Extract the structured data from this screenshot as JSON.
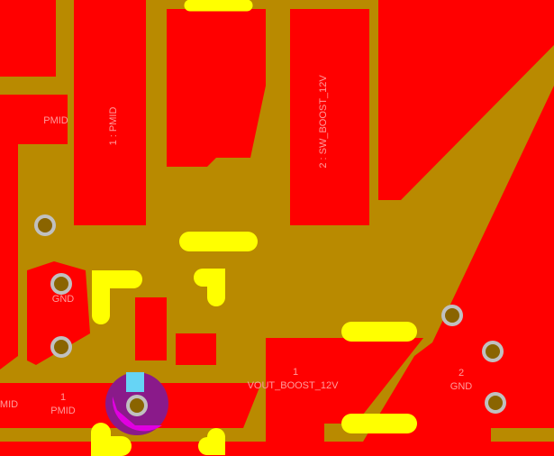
{
  "colors": {
    "substrate": "#b98a00",
    "copper_pour": "#ff0000",
    "pad": "#ffff00",
    "via_ring": "#c0c0c0",
    "via_hole": "#8a6400",
    "selection": "#e000e0",
    "label": "#ff9c9c"
  },
  "labels": {
    "pmid_top": "PMID",
    "pmid_vertical": "1 : PMID",
    "sw_boost_vertical": "2 : SW_BOOST_12V",
    "gnd_left": "GND",
    "mid_left": "MID",
    "pmid_pin": "1",
    "pmid_bottom": "PMID",
    "vout_pin": "1",
    "vout_net": "VOUT_BOOST_12V",
    "gnd_pin": "2",
    "gnd_net": "GND"
  }
}
